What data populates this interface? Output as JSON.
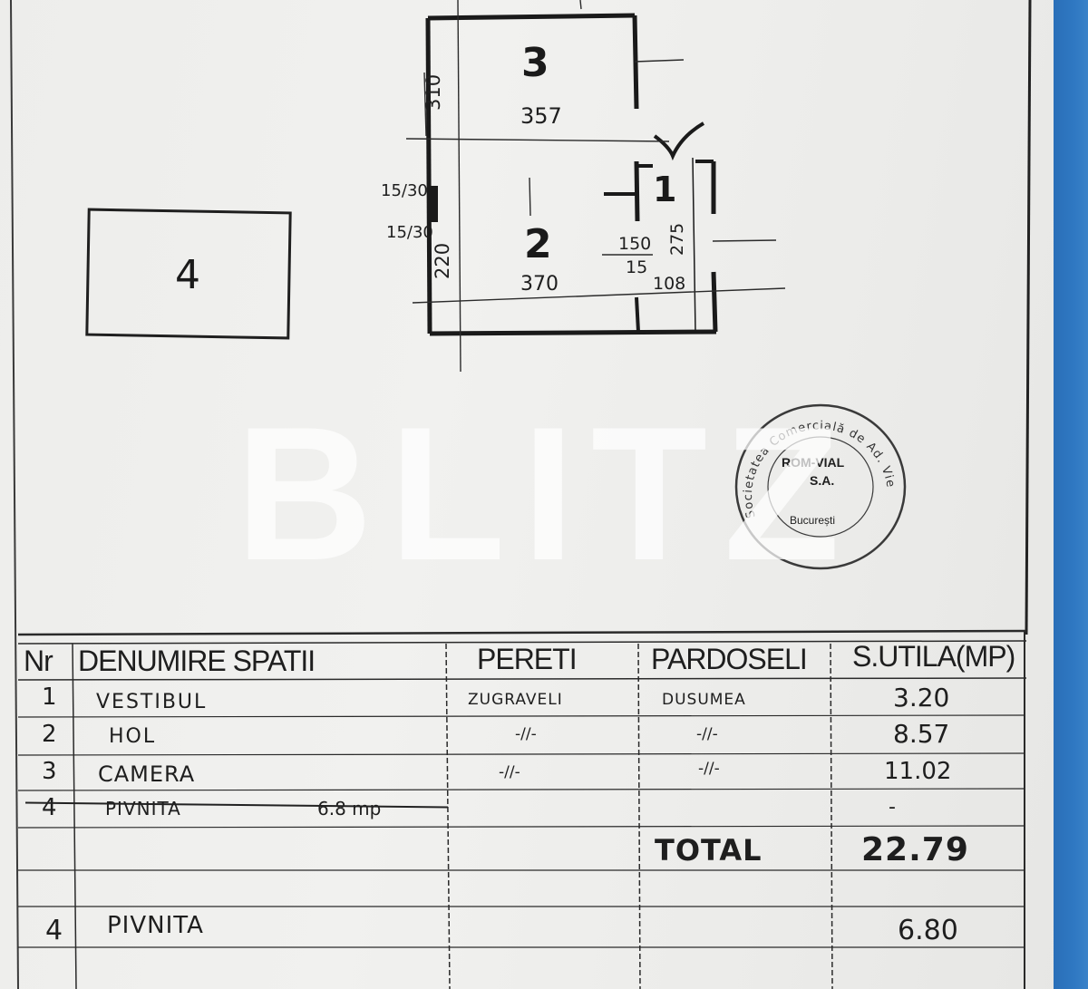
{
  "plan": {
    "rooms": {
      "r1": "1",
      "r2": "2",
      "r3": "3",
      "r4": "4"
    },
    "dimensions": {
      "d310": "310",
      "d357": "357",
      "d220": "220",
      "d370": "370",
      "d150": "150",
      "d15": "15",
      "d275": "275",
      "d108": "108",
      "d1530a": "15/30",
      "d1530b": "15/30"
    }
  },
  "stamp": {
    "ring_text": "Societatea Comercială de Ad. Vie",
    "company": "ROM-VIAL",
    "form": "S.A.",
    "city": "București"
  },
  "watermark": "BLITZ",
  "table": {
    "headers": {
      "nr": "Nr",
      "name": "DENUMIRE SPATII",
      "walls": "PERETI",
      "floors": "PARDOSELI",
      "area": "S.UTILA(MP)"
    },
    "rows": [
      {
        "nr": "1",
        "name": "VESTIBUL",
        "walls": "ZUGRAVELI",
        "floors": "DUSUMEA",
        "area": "3.20"
      },
      {
        "nr": "2",
        "name": "HOL",
        "walls": "-//-",
        "floors": "-//-",
        "area": "8.57"
      },
      {
        "nr": "3",
        "name": "CAMERA",
        "walls": "-//-",
        "floors": "-//-",
        "area": "11.02"
      },
      {
        "nr": "4",
        "name": "PIVNITA",
        "extra": "6.8 mp",
        "area": "-"
      }
    ],
    "total_label": "TOTAL",
    "total_value": "22.79",
    "extra_row": {
      "nr": "4",
      "name": "PIVNITA",
      "area": "6.80"
    }
  }
}
